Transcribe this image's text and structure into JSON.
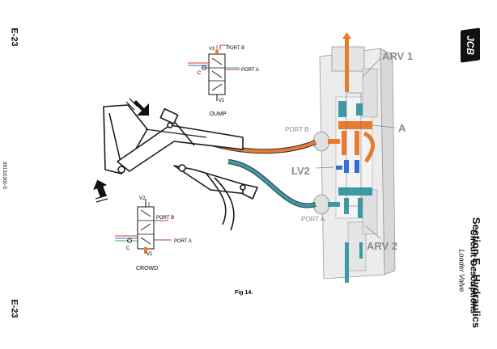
{
  "page": {
    "page_code_top": "E-23",
    "page_code_bottom": "E-23",
    "doc_number": "9813/0300-5",
    "section_title": "Section E - Hydraulics",
    "subtitle": "Circuit Descriptions",
    "subsubtitle": "Loader Valve",
    "logo_text": "JCB",
    "figure_caption": "Fig 14."
  },
  "dump_circuit": {
    "v2": "V2",
    "port_b": "PORT B",
    "port_a": "PORT A",
    "c": "C",
    "v1": "V1",
    "title": "DUMP"
  },
  "crowd_circuit": {
    "v2": "V2",
    "port_b": "PORT B",
    "port_a": "PORT A",
    "c": "C",
    "v1": "V1",
    "title": "CROWD"
  },
  "valve_labels": {
    "arv1": "ARV 1",
    "port_b": "PORT B",
    "a": "A",
    "lv2": "LV2",
    "port_a": "PORT A",
    "arv2": "ARV 2"
  },
  "colors": {
    "orange": "#e77b2e",
    "teal": "#3a9aa8",
    "blue": "#2f6fd1",
    "red": "#d93a2f",
    "magenta": "#b22a8e",
    "green": "#4aa84a",
    "grey": "#c9c9c9",
    "dark": "#1a1a1a"
  }
}
